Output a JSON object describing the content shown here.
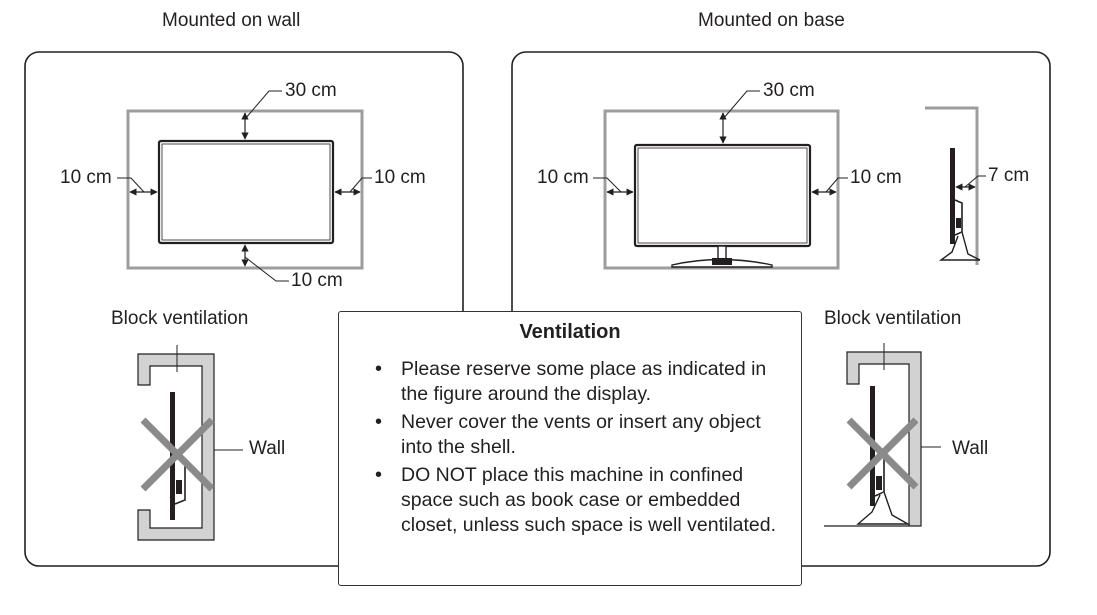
{
  "panels": {
    "wall": {
      "title": "Mounted on wall",
      "top": "30 cm",
      "left": "10 cm",
      "right": "10 cm",
      "bottom": "10 cm",
      "block_label": "Block ventilation",
      "wall_label": "Wall"
    },
    "base": {
      "title": "Mounted on base",
      "top": "30 cm",
      "left": "10 cm",
      "right": "10 cm",
      "side": "7 cm",
      "block_label": "Block ventilation",
      "wall_label": "Wall"
    }
  },
  "ventilation": {
    "title": "Ventilation",
    "items": [
      "Please reserve some place as indicated in the figure around the display.",
      "Never cover the vents or insert any object into the shell.",
      "DO NOT place this machine in confined space such as book case or embedded closet, unless such space is well ventilated."
    ]
  }
}
